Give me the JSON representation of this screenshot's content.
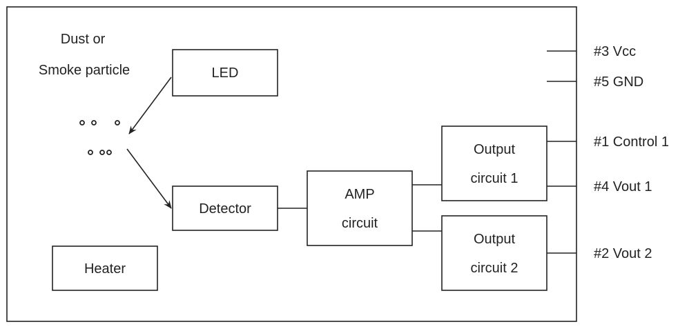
{
  "blocks": {
    "led": "LED",
    "detector": "Detector",
    "amp": [
      "AMP",
      "circuit"
    ],
    "output1": [
      "Output",
      "circuit 1"
    ],
    "output2": [
      "Output",
      "circuit 2"
    ],
    "heater": "Heater"
  },
  "particle_label": [
    "Dust or",
    "Smoke particle"
  ],
  "pins": {
    "vcc": "#3 Vcc",
    "gnd": "#5 GND",
    "control1": "#1 Control 1",
    "vout1": "#4 Vout 1",
    "vout2": "#2 Vout 2"
  }
}
